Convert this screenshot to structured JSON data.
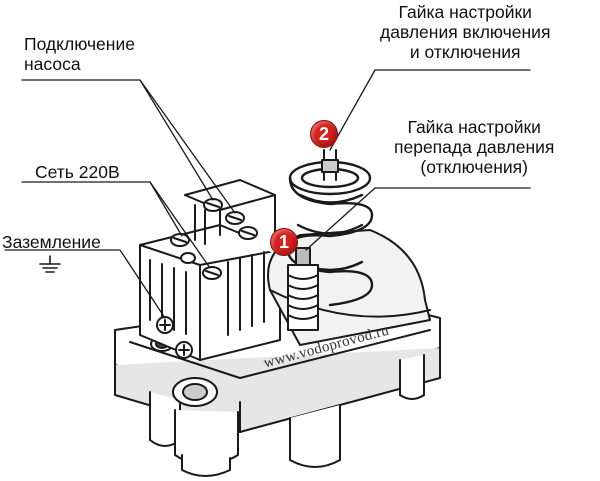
{
  "labels": {
    "pump_line1": "Подключение",
    "pump_line2": "насоса",
    "mains": "Сеть 220В",
    "ground": "Заземление",
    "nut_onoff_line1": "Гайка настройки",
    "nut_onoff_line2": "давления включения",
    "nut_onoff_line3": "и отключения",
    "nut_diff_line1": "Гайка настройки",
    "nut_diff_line2": "перепада давления",
    "nut_diff_line3": "(отключения)"
  },
  "badges": {
    "one": "1",
    "two": "2"
  },
  "watermark": "www.vodoprovod.ru",
  "colors": {
    "line": "#1a1a1a",
    "badge": "#d61f1f",
    "body": "#ffffff",
    "shade": "#d9d9d9"
  }
}
